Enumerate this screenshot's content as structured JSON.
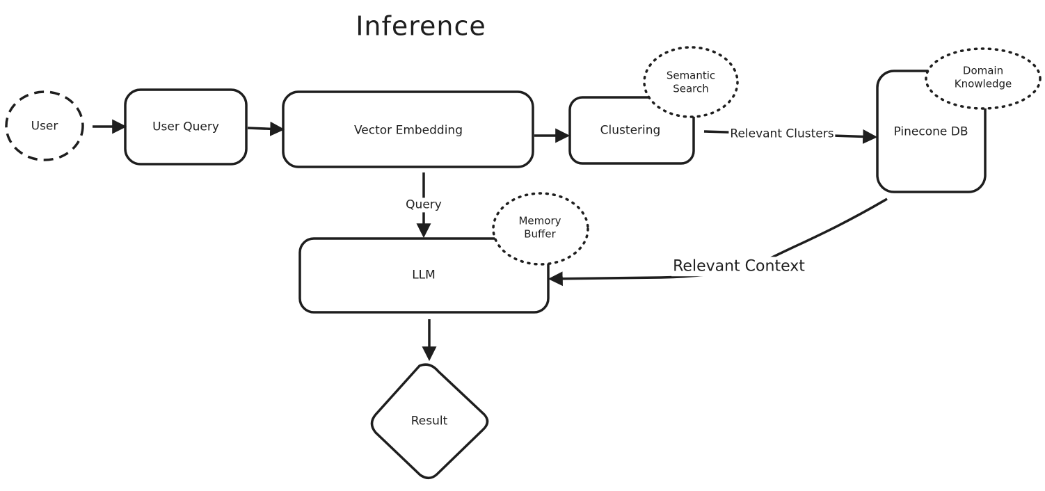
{
  "title": "Inference",
  "nodes": {
    "user": "User",
    "user_query": "User Query",
    "vector_embedding": "Vector Embedding",
    "clustering": "Clustering",
    "semantic_search": "Semantic\nSearch",
    "pinecone_db": "Pinecone DB",
    "domain_knowledge": "Domain\nKnowledge",
    "llm": "LLM",
    "memory_buffer": "Memory\nBuffer",
    "result": "Result"
  },
  "edges": {
    "relevant_clusters": "Relevant Clusters",
    "query": "Query",
    "relevant_context": "Relevant Context"
  },
  "colors": {
    "stroke": "#1e1e1e",
    "background": "#ffffff"
  }
}
